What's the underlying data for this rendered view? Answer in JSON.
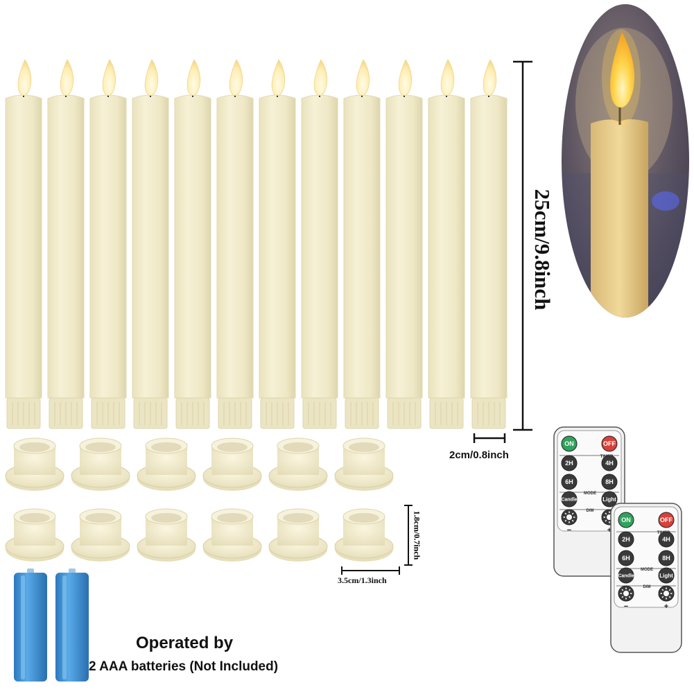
{
  "product": {
    "candle_count": 12,
    "holder_count": 12,
    "battery_count": 2,
    "remote_count": 2
  },
  "dimensions": {
    "candle_height": "25cm/9.8inch",
    "candle_width": "2cm/0.8inch",
    "holder_height": "1.8cm/0.7inch",
    "holder_width": "3.5cm/1.3inch"
  },
  "power": {
    "title": "Operated by",
    "subtitle": "2 AAA batteries (Not Included)"
  },
  "remote": {
    "on": "ON",
    "off": "OFF",
    "timer": "TIMER",
    "t2": "2H",
    "t4": "4H",
    "t6": "6H",
    "t8": "8H",
    "mode": "MODE",
    "candle": "Candle",
    "light": "Light",
    "dim": "DIM",
    "minus": "−",
    "plus": "+"
  },
  "colors": {
    "candle": "#f1ecce",
    "flame": "#ffe9a8",
    "battery": "#3e95d9",
    "on_button": "#2fa35c",
    "off_button": "#d8413a",
    "remote_body": "#f2f2f2"
  },
  "icons": {
    "sun": "sun-icon"
  }
}
